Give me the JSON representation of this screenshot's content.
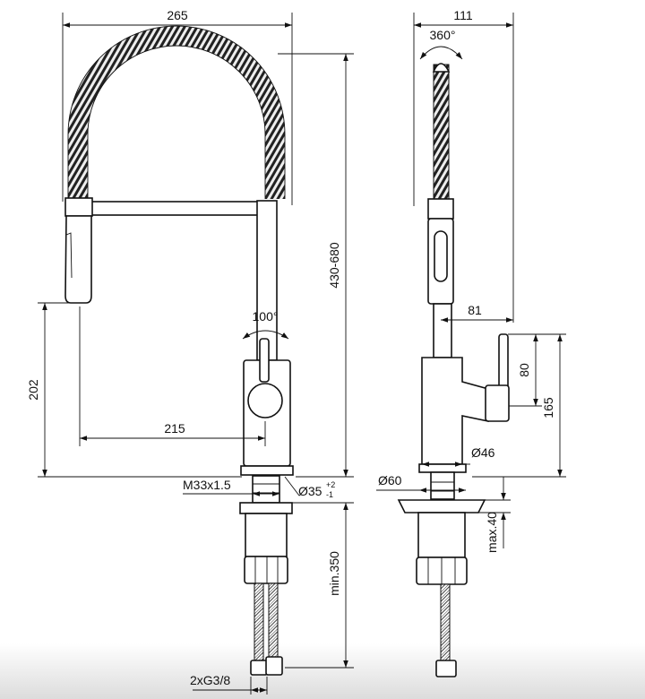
{
  "dimensions": {
    "front_width": "265",
    "side_width": "111",
    "swivel_spout": "360°",
    "swivel_lever": "100°",
    "height_range": "430-680",
    "outlet_height": "202",
    "reach": "215",
    "thread": "M33x1.5",
    "bore_hole": "Ø35",
    "bore_tol_plus": "+2",
    "bore_tol_minus": "-1",
    "lever_offset": "81",
    "lever_length": "80",
    "lever_height": "165",
    "body_diameter": "Ø46",
    "base_diameter": "Ø60",
    "max_thickness": "max.40",
    "hose_length": "min.350",
    "connection": "2xG3/8"
  }
}
